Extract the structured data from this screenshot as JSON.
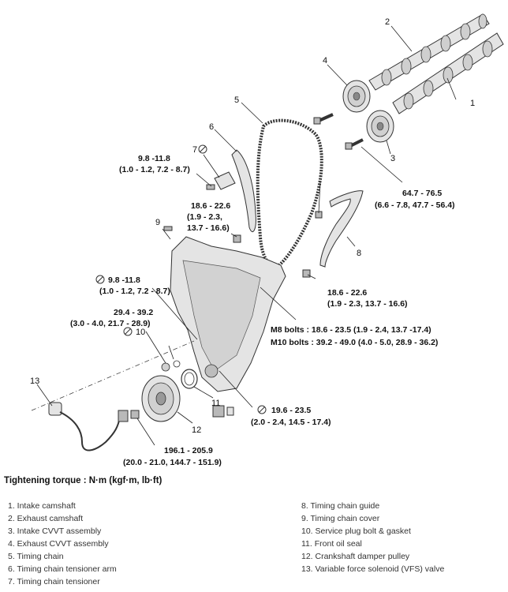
{
  "callouts": {
    "c1": "1",
    "c2": "2",
    "c3": "3",
    "c4": "4",
    "c5": "5",
    "c6": "6",
    "c7": "7",
    "c8": "8",
    "c9": "9",
    "c10": "10",
    "c11": "11",
    "c12": "12",
    "c13": "13"
  },
  "torques": {
    "t_guide_upper": [
      "9.8 -11.8",
      "(1.0 - 1.2, 7.2 - 8.7)"
    ],
    "t_arm_bolt": [
      "18.6 - 22.6",
      "(1.9 - 2.3,",
      "13.7 - 16.6)"
    ],
    "t_cover_bolt": [
      "9.8 -11.8",
      "(1.0 - 1.2, 7.2 - 8.7)"
    ],
    "t_plug": [
      "29.4 - 39.2",
      "(3.0 - 4.0, 21.7 - 28.9)"
    ],
    "t_cam": [
      "64.7 - 76.5",
      "(6.6 - 7.8, 47.7 - 56.4)"
    ],
    "t_guide_bolt": [
      "18.6 - 22.6",
      "(1.9 - 2.3, 13.7 - 16.6)"
    ],
    "t_cover_bolts": [
      "M8 bolts : 18.6 - 23.5 (1.9 - 2.4, 13.7 -17.4)",
      "M10 bolts : 39.2 - 49.0 (4.0 - 5.0, 28.9 - 36.2)"
    ],
    "t_vfs": [
      "19.6 - 23.5",
      "(2.0 - 2.4, 14.5 - 17.4)"
    ],
    "t_pulley": [
      "196.1 - 205.9",
      "(20.0 - 21.0, 144.7 - 151.9)"
    ]
  },
  "icons": {
    "no_reuse": "circle-slash-icon"
  },
  "title": "Tightening torque : N·m (kgf·m, lb·ft)",
  "legend": {
    "left": [
      "1. Intake camshaft",
      "2. Exhaust camshaft",
      "3. Intake CVVT assembly",
      "4. Exhaust CVVT assembly",
      "5. Timing chain",
      "6. Timing chain tensioner arm",
      "7. Timing chain tensioner"
    ],
    "right": [
      "8. Timing chain guide",
      "9. Timing chain cover",
      "10. Service plug bolt & gasket",
      "11. Front oil seal",
      "12. Crankshaft damper pulley",
      "13. Variable force solenoid (VFS) valve"
    ]
  }
}
